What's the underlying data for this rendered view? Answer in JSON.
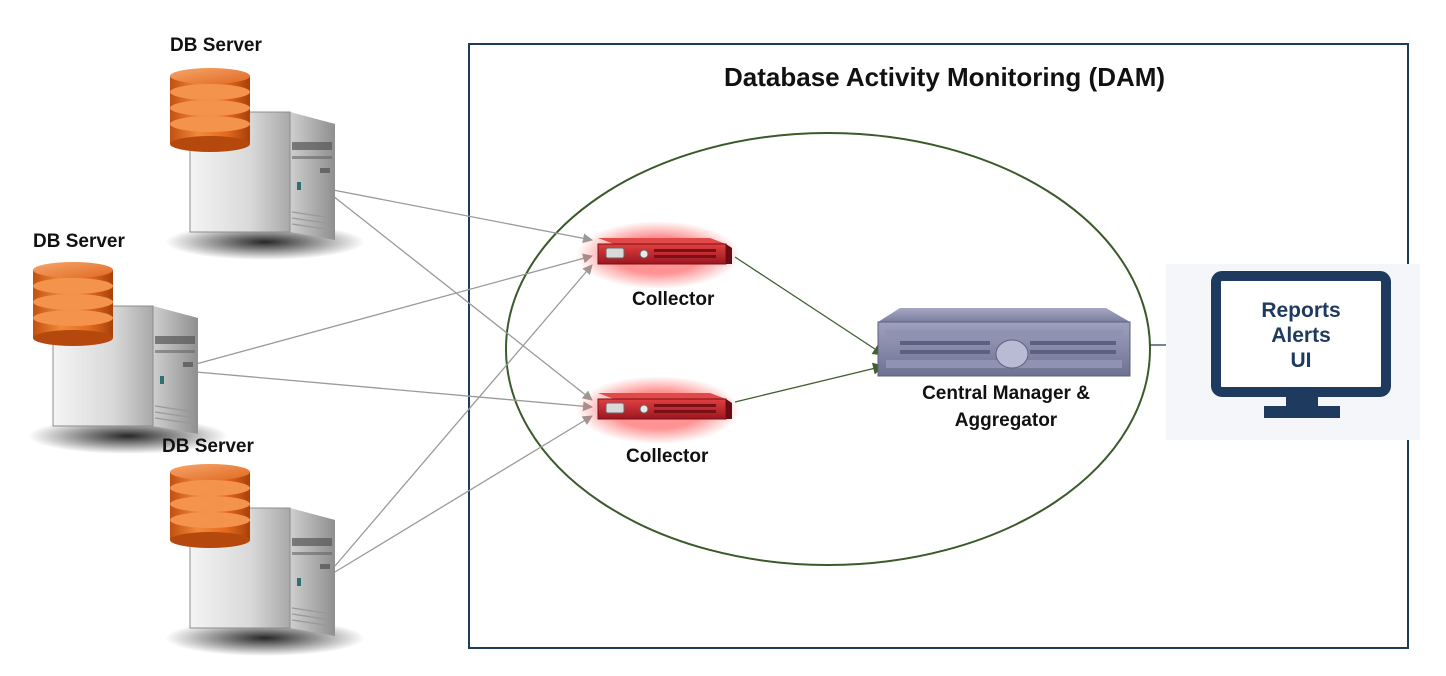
{
  "title": "Database Activity Monitoring (DAM)",
  "db_servers": [
    {
      "label": "DB Server"
    },
    {
      "label": "DB Server"
    },
    {
      "label": "DB Server"
    }
  ],
  "collectors": [
    {
      "label": "Collector"
    },
    {
      "label": "Collector"
    }
  ],
  "central_manager": {
    "line1": "Central Manager &",
    "line2": "Aggregator"
  },
  "monitor": {
    "lines": [
      "Reports",
      "Alerts",
      "UI"
    ]
  },
  "colors": {
    "frame": "#1f3b5a",
    "ellipse": "#3a5a2a",
    "db_orange": "#e46a1e",
    "collector_red": "#c8202e",
    "arrow_gray": "#9a9a9a",
    "arrow_green": "#3f5f2f",
    "monitor_navy": "#1e3a5f"
  }
}
